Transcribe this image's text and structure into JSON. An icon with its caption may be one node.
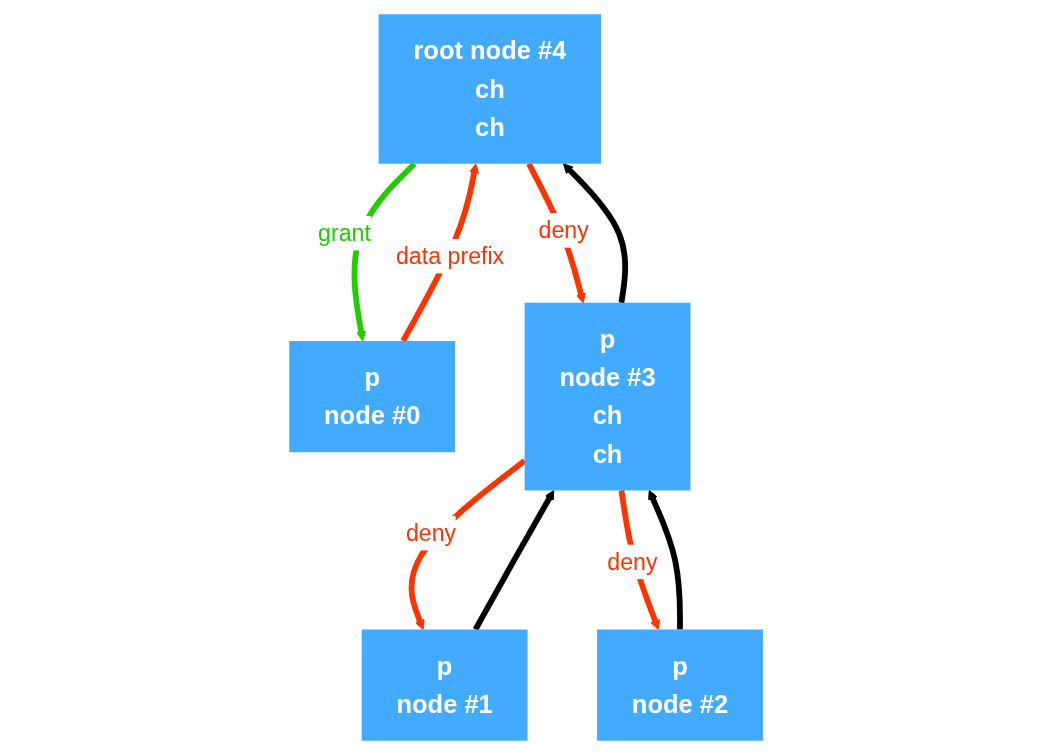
{
  "diagram": {
    "nodes": [
      {
        "text": [
          "root node #4",
          "ch",
          "ch"
        ]
      },
      {
        "text": [
          "p",
          "node #0"
        ]
      },
      {
        "text": [
          "p",
          "node #3",
          "ch",
          "ch"
        ]
      },
      {
        "text": [
          "p",
          "node #1"
        ]
      },
      {
        "text": [
          "p",
          "node #2"
        ]
      }
    ],
    "edges": [
      {
        "from": 0,
        "to": 1,
        "arrow": "to",
        "label": "grant",
        "color": "#22cc00"
      },
      {
        "from": 1,
        "to": 0,
        "arrow": "to",
        "label": "data prefix"
      },
      {
        "from": 0,
        "to": 2,
        "arrow": "to",
        "label": "deny"
      },
      {
        "from": 2,
        "to": 0,
        "arrow": "to",
        "color": "#000000"
      },
      {
        "from": 2,
        "to": 3,
        "arrow": "to",
        "label": "deny"
      },
      {
        "from": 3,
        "to": 2,
        "arrow": "to",
        "color": "#000000"
      },
      {
        "from": 2,
        "to": 4,
        "arrow": "to",
        "label": "deny"
      },
      {
        "from": 4,
        "to": 2,
        "arrow": "to",
        "color": "#000000"
      }
    ]
  }
}
